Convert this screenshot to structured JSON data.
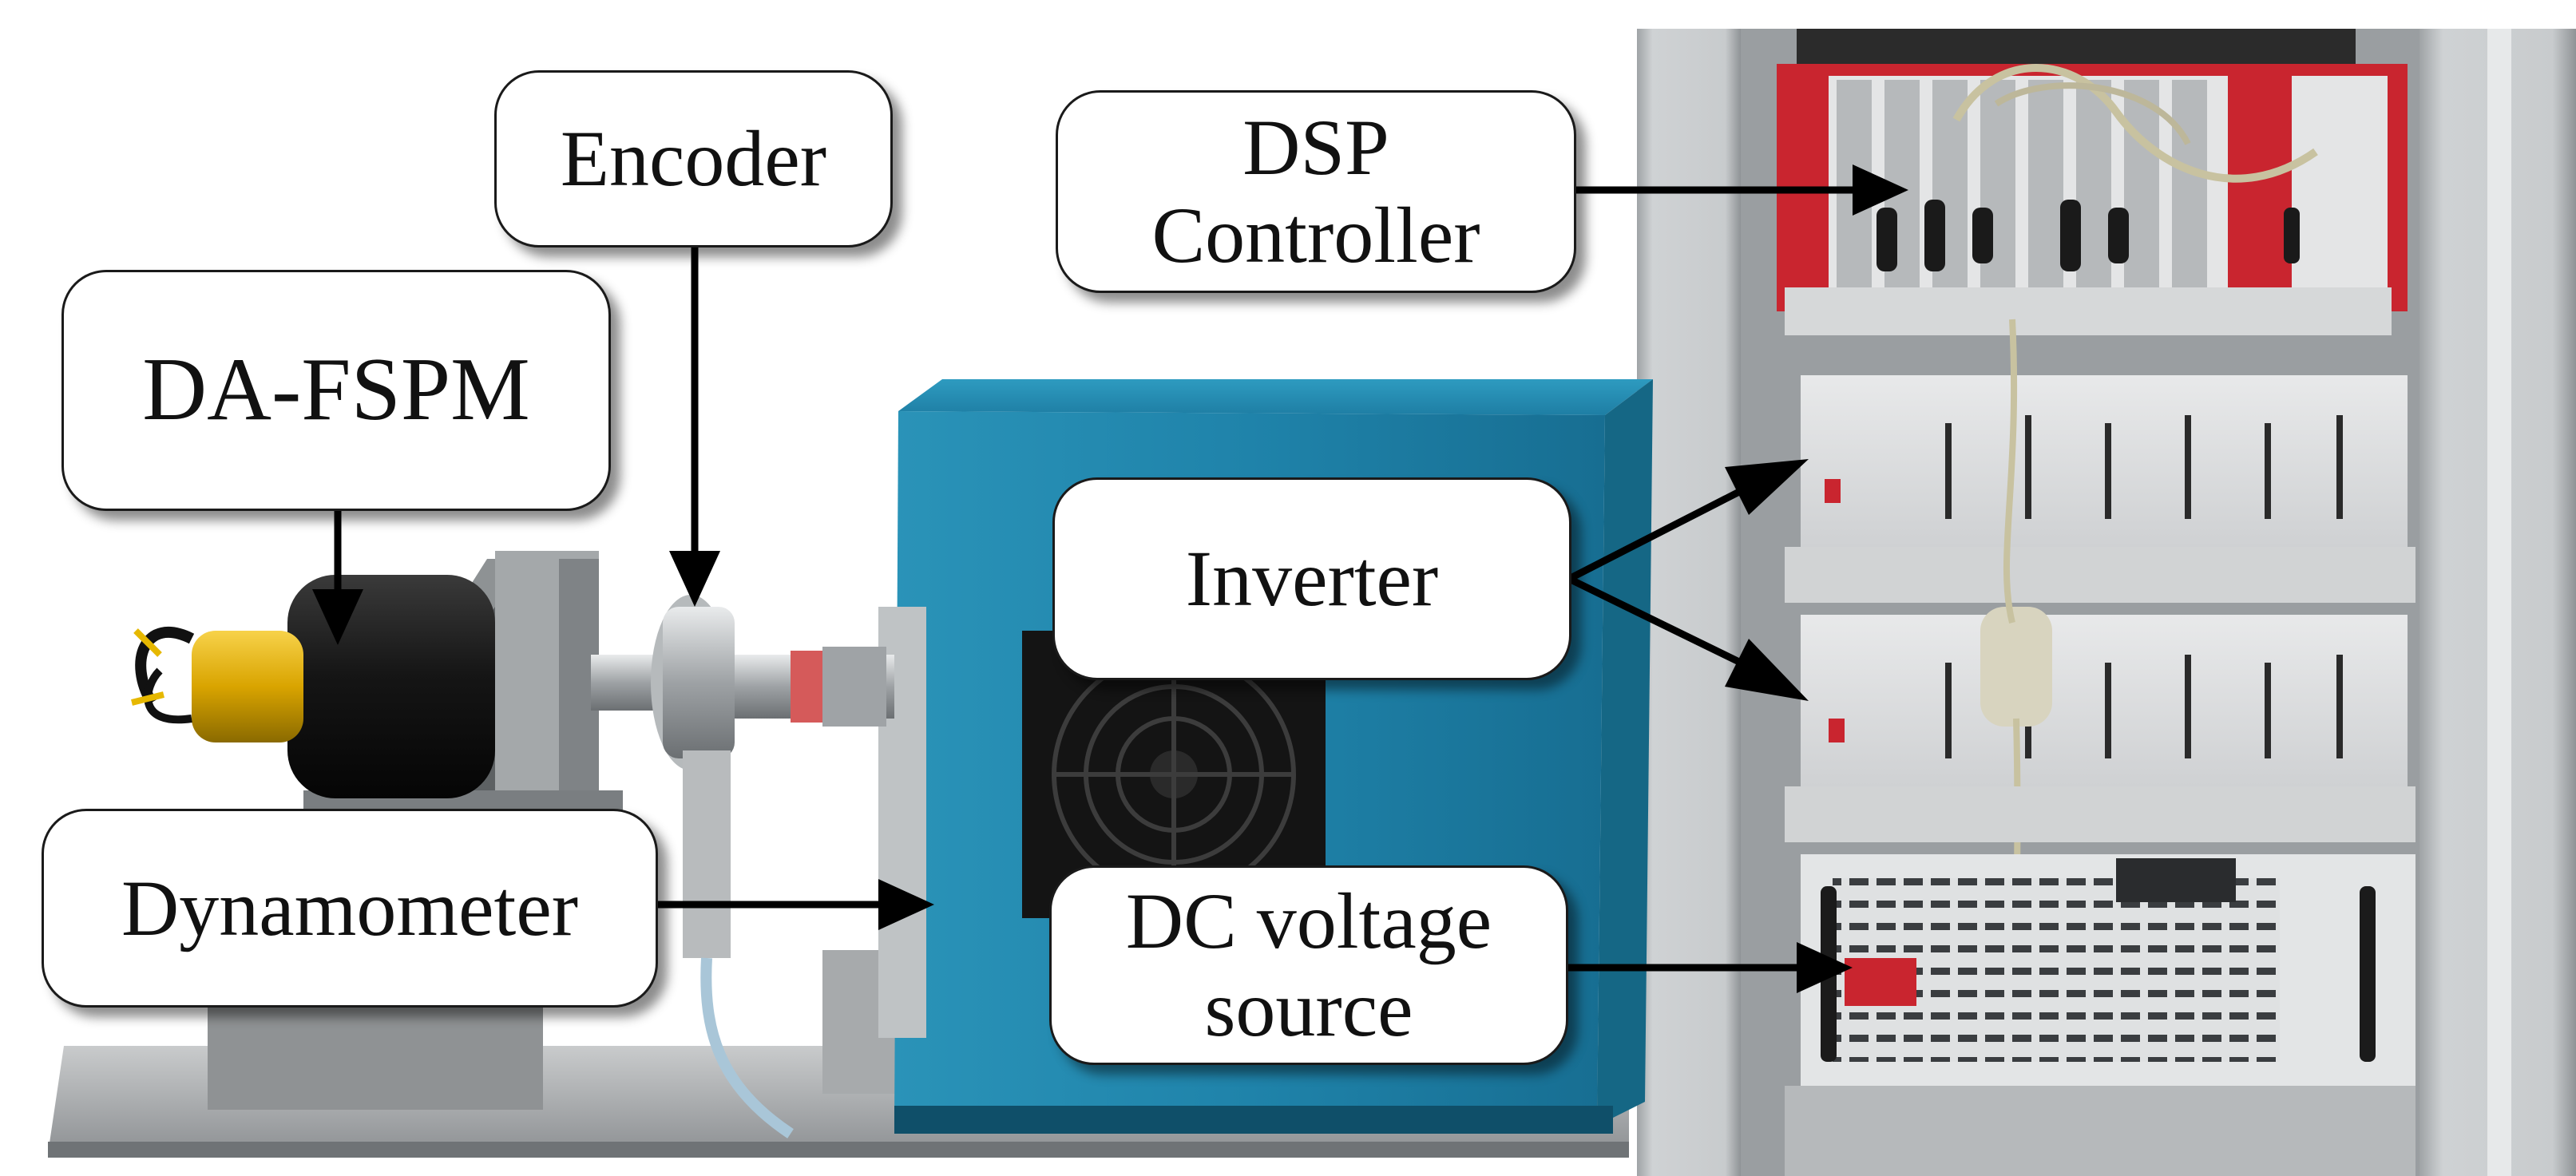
{
  "labels": {
    "encoder": "Encoder",
    "da_fspm": "DA-FSPM",
    "dsp_controller": "DSP\nController",
    "inverter": "Inverter",
    "dynamometer": "Dynamometer",
    "dc_voltage_source": "DC voltage\nsource"
  },
  "colors": {
    "label_border": "#1a1a1a",
    "arrow": "#000000",
    "dynamometer_body": "#1f82a8",
    "cabinet_frame": "#b9bcbe",
    "controller_panel": "#c9252f",
    "motor_body": "#1c1c1c",
    "motor_slip_ring": "#e6b800"
  }
}
